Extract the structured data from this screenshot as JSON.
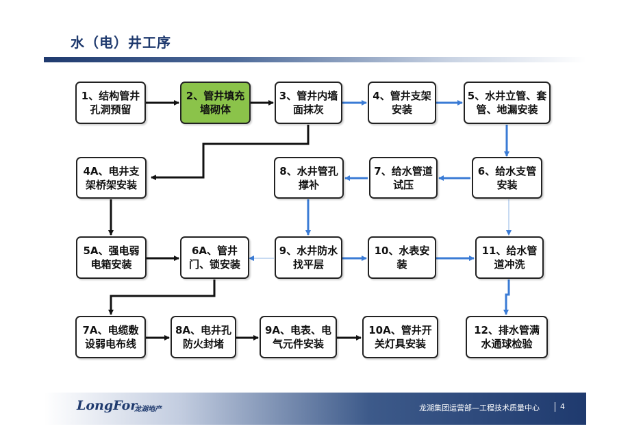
{
  "header": {
    "title": "水（电）井工序"
  },
  "nodes": {
    "n1": "1、结构管井孔洞预留",
    "n2": "2、管井填充墙砌体",
    "n3": "3、管井内墙面抹灰",
    "n4": "4、管井支架安装",
    "n5": "5、水井立管、套管、地漏安装",
    "n4a": "4A、电井支架桥架安装",
    "n8": "8、水井管孔撑补",
    "n7": "7、给水管道试压",
    "n6": "6、给水支管安装",
    "n5a": "5A、强电弱电箱安装",
    "n6a": "6A、管井门、锁安装",
    "n9": "9、水井防水找平层",
    "n10": "10、水表安装",
    "n11": "11、给水管道冲洗",
    "n7a": "7A、电缆敷设弱电布线",
    "n8a": "8A、电井孔防火封堵",
    "n9a": "9A、电表、电气元件安装",
    "n10a": "10A、管井开关灯具安装",
    "n12": "12、排水管满水通球检验"
  },
  "colors": {
    "highlight": "#8bc34a",
    "water_arrow": "#3a7bd5",
    "electric_arrow": "#111111",
    "brand": "#1f3a6e"
  },
  "footer": {
    "logo": "LongFor",
    "logo_cn": "龙湖地产",
    "department": "龙湖集团运营部—工程技术质量中心",
    "page": "4"
  }
}
